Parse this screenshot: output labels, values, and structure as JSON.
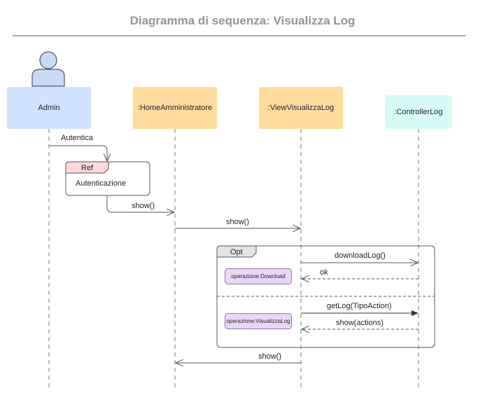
{
  "title": "Diagramma di sequenza: Visualizza Log",
  "actor": {
    "name": "Admin",
    "icon": "person-icon"
  },
  "lifelines": [
    {
      "label": ":HomeAmministratore"
    },
    {
      "label": ":ViewVisualizzaLog"
    },
    {
      "label": ":ControllerLog"
    }
  ],
  "messages": {
    "autentica": "Autentica",
    "show_home": "show()",
    "show_view": "show()",
    "download_log": "downloadLog()",
    "ok": "ok",
    "get_log": "getLog(TipoAction)",
    "show_actions": "show(actions)",
    "show_return": "show()"
  },
  "ref_fragment": {
    "tag": "Ref",
    "text": "Autenticazione"
  },
  "opt_fragment": {
    "tag": "Opt"
  },
  "notes": {
    "download": "operazione:Download",
    "visualizza": "operazione:VisualizzaLog"
  },
  "colors": {
    "admin_box": "#cfe2ff",
    "home_box": "#ffdc9e",
    "view_box": "#ffdc9e",
    "controller_box": "#d6faf5",
    "ref_tag": "#ffd9d9",
    "note_fill": "#ecd6f7",
    "line": "#6b6f75"
  }
}
